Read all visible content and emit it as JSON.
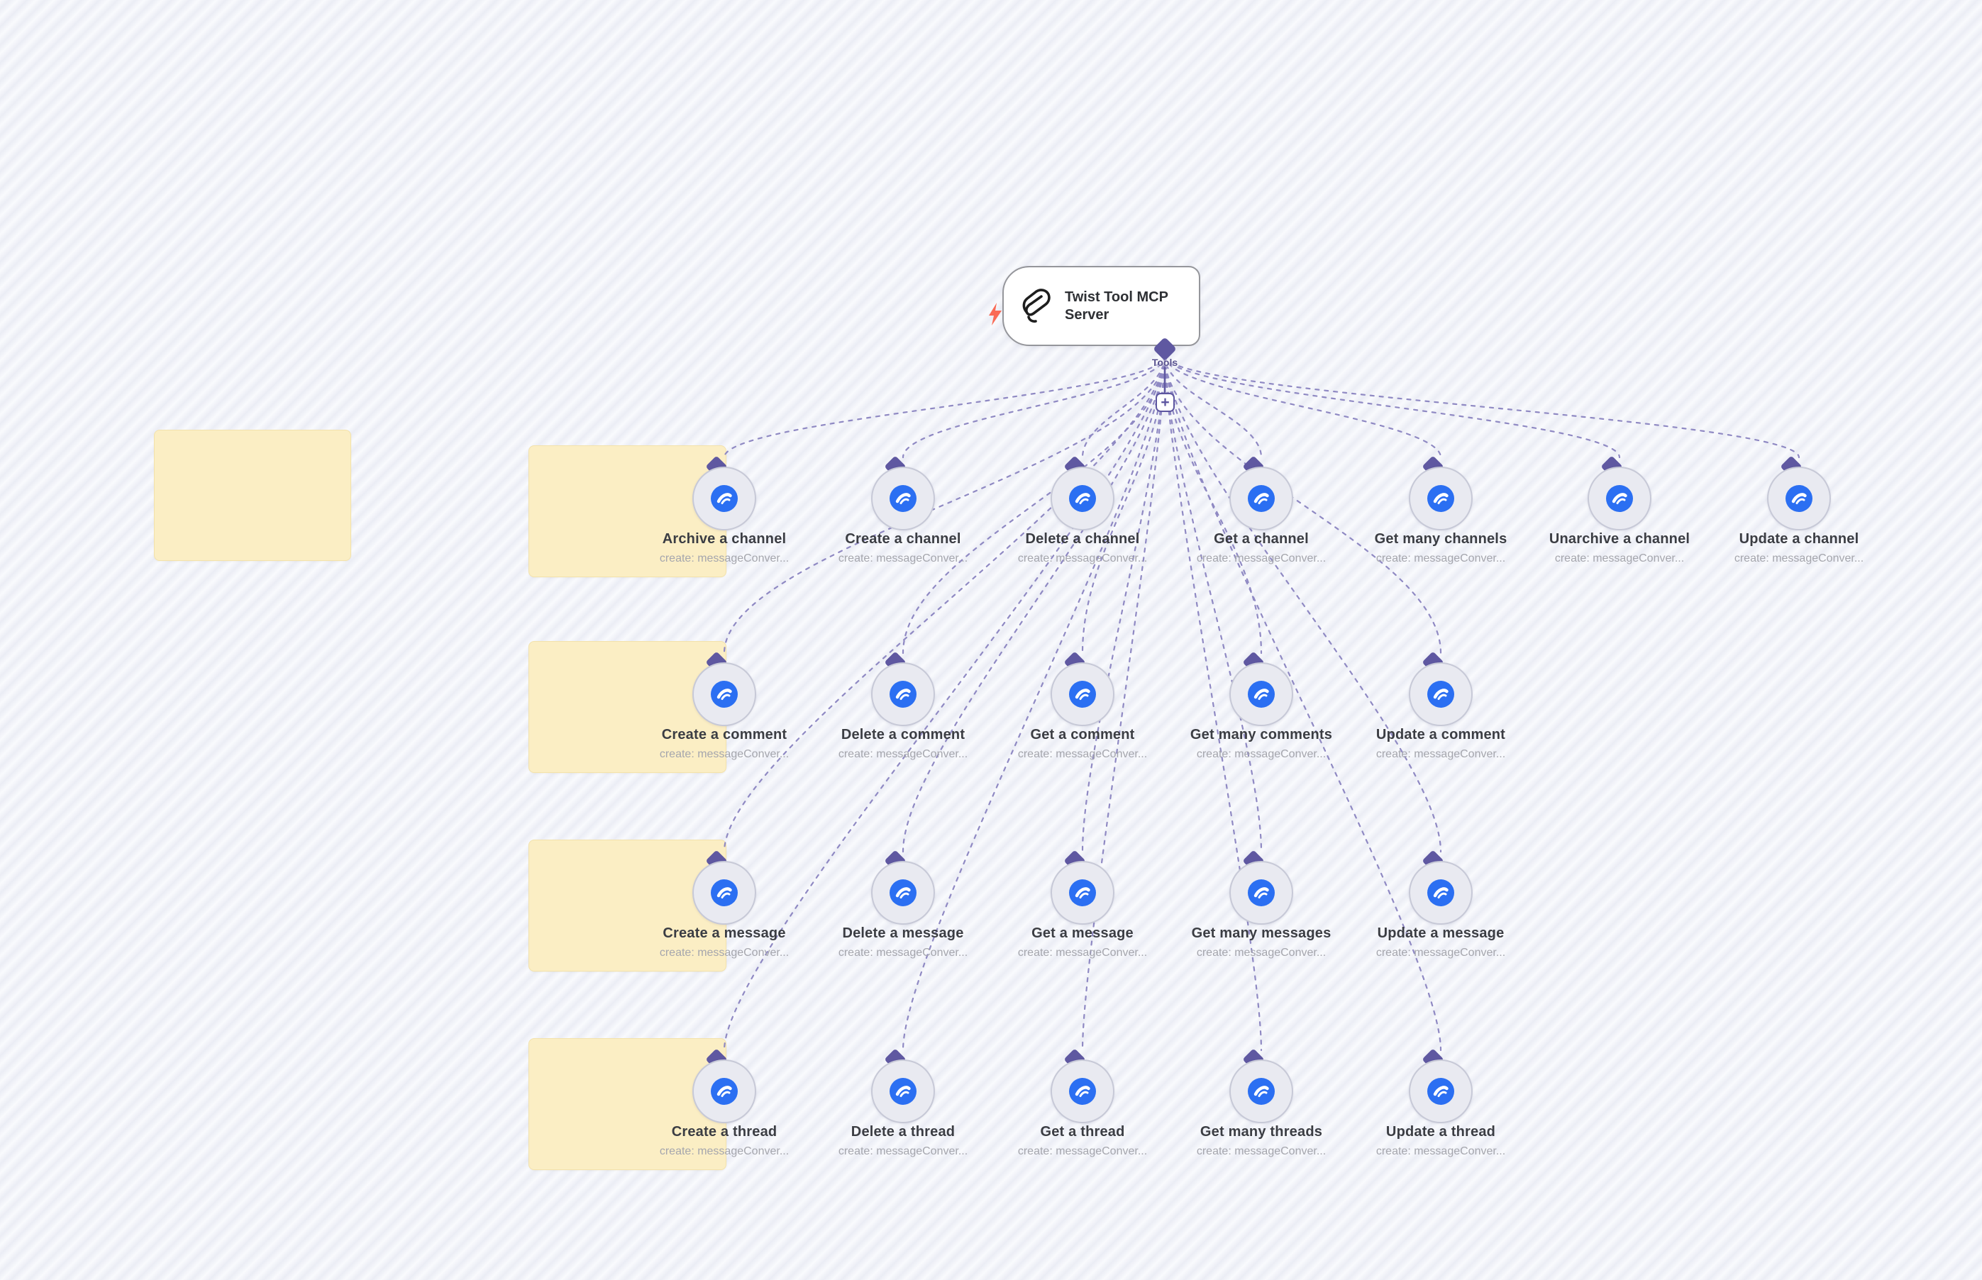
{
  "server_node": {
    "title": "Twist Tool MCP Server",
    "output_label": "Tools",
    "icon": "twist-logo-icon",
    "trigger_indicator": "lightning-bolt-icon"
  },
  "plus_button": {
    "label": "+"
  },
  "colors": {
    "canvas_stripe_light": "#f9fafd",
    "canvas_stripe_dark": "#ebedf5",
    "connection": "#8f89c3",
    "port_diamond": "#5f58a1",
    "tool_icon_bg": "#2b6ff2",
    "sticky_bg": "#fbeec4",
    "circle_bg": "#e9eaf1",
    "circle_border": "#c7c9d7",
    "title_text": "#3b3d43",
    "subtitle_text": "#a5a6ad",
    "trigger_bolt": "#fa6a55"
  },
  "sticky_notes": [
    {
      "position": "left-of-grid",
      "text": ""
    },
    {
      "position": "row-1",
      "text": ""
    },
    {
      "position": "row-2",
      "text": ""
    },
    {
      "position": "row-3",
      "text": ""
    },
    {
      "position": "row-4",
      "text": ""
    }
  ],
  "tools": [
    {
      "label": "Archive a channel",
      "subtitle": "create: messageConver...",
      "row": 0,
      "col": 0
    },
    {
      "label": "Create a channel",
      "subtitle": "create: messageConver...",
      "row": 0,
      "col": 1
    },
    {
      "label": "Delete a channel",
      "subtitle": "create: messageConver...",
      "row": 0,
      "col": 2
    },
    {
      "label": "Get a channel",
      "subtitle": "create: messageConver...",
      "row": 0,
      "col": 3
    },
    {
      "label": "Get many channels",
      "subtitle": "create: messageConver...",
      "row": 0,
      "col": 4
    },
    {
      "label": "Unarchive a channel",
      "subtitle": "create: messageConver...",
      "row": 0,
      "col": 5
    },
    {
      "label": "Update a channel",
      "subtitle": "create: messageConver...",
      "row": 0,
      "col": 6
    },
    {
      "label": "Create a comment",
      "subtitle": "create: messageConver...",
      "row": 1,
      "col": 0
    },
    {
      "label": "Delete a comment",
      "subtitle": "create: messageConver...",
      "row": 1,
      "col": 1
    },
    {
      "label": "Get a comment",
      "subtitle": "create: messageConver...",
      "row": 1,
      "col": 2
    },
    {
      "label": "Get many comments",
      "subtitle": "create: messageConver...",
      "row": 1,
      "col": 3
    },
    {
      "label": "Update a comment",
      "subtitle": "create: messageConver...",
      "row": 1,
      "col": 4
    },
    {
      "label": "Create a message",
      "subtitle": "create: messageConver...",
      "row": 2,
      "col": 0
    },
    {
      "label": "Delete a message",
      "subtitle": "create: messageConver...",
      "row": 2,
      "col": 1
    },
    {
      "label": "Get a message",
      "subtitle": "create: messageConver...",
      "row": 2,
      "col": 2
    },
    {
      "label": "Get many messages",
      "subtitle": "create: messageConver...",
      "row": 2,
      "col": 3
    },
    {
      "label": "Update a message",
      "subtitle": "create: messageConver...",
      "row": 2,
      "col": 4
    },
    {
      "label": "Create a thread",
      "subtitle": "create: messageConver...",
      "row": 3,
      "col": 0
    },
    {
      "label": "Delete a thread",
      "subtitle": "create: messageConver...",
      "row": 3,
      "col": 1
    },
    {
      "label": "Get a thread",
      "subtitle": "create: messageConver...",
      "row": 3,
      "col": 2
    },
    {
      "label": "Get many threads",
      "subtitle": "create: messageConver...",
      "row": 3,
      "col": 3
    },
    {
      "label": "Update a thread",
      "subtitle": "create: messageConver...",
      "row": 3,
      "col": 4
    }
  ]
}
